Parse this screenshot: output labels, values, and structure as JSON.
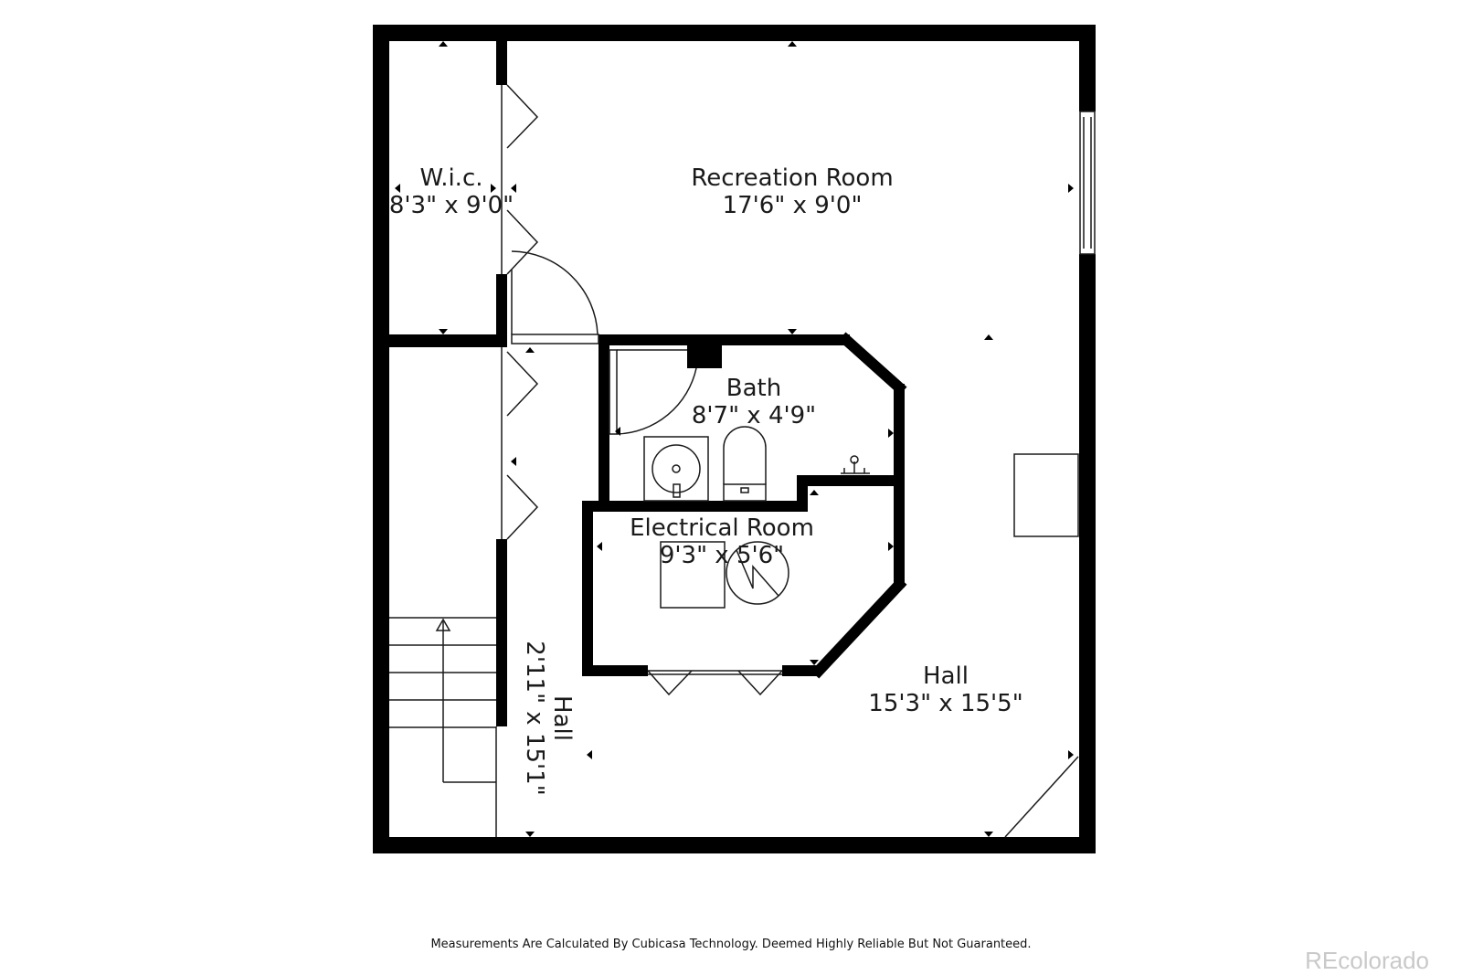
{
  "rooms": {
    "wic": {
      "name": "W.i.c.",
      "dims": "8'3\" x 9'0\""
    },
    "recreation": {
      "name": "Recreation Room",
      "dims": "17'6\" x 9'0\""
    },
    "bath": {
      "name": "Bath",
      "dims": "8'7\" x 4'9\""
    },
    "electrical": {
      "name": "Electrical Room",
      "dims": "9'3\" x 5'6\""
    },
    "hall_left": {
      "name": "Hall",
      "dims": "2'11\" x 15'1\""
    },
    "hall_main": {
      "name": "Hall",
      "dims": "15'3\" x 15'5\""
    }
  },
  "footer": {
    "disclaimer": "Measurements Are Calculated By Cubicasa Technology. Deemed Highly Reliable But Not Guaranteed.",
    "watermark": "REcolorado"
  },
  "colors": {
    "wall": "#000000",
    "line": "#1a1a1a",
    "watermark": "#c9c9c9"
  }
}
